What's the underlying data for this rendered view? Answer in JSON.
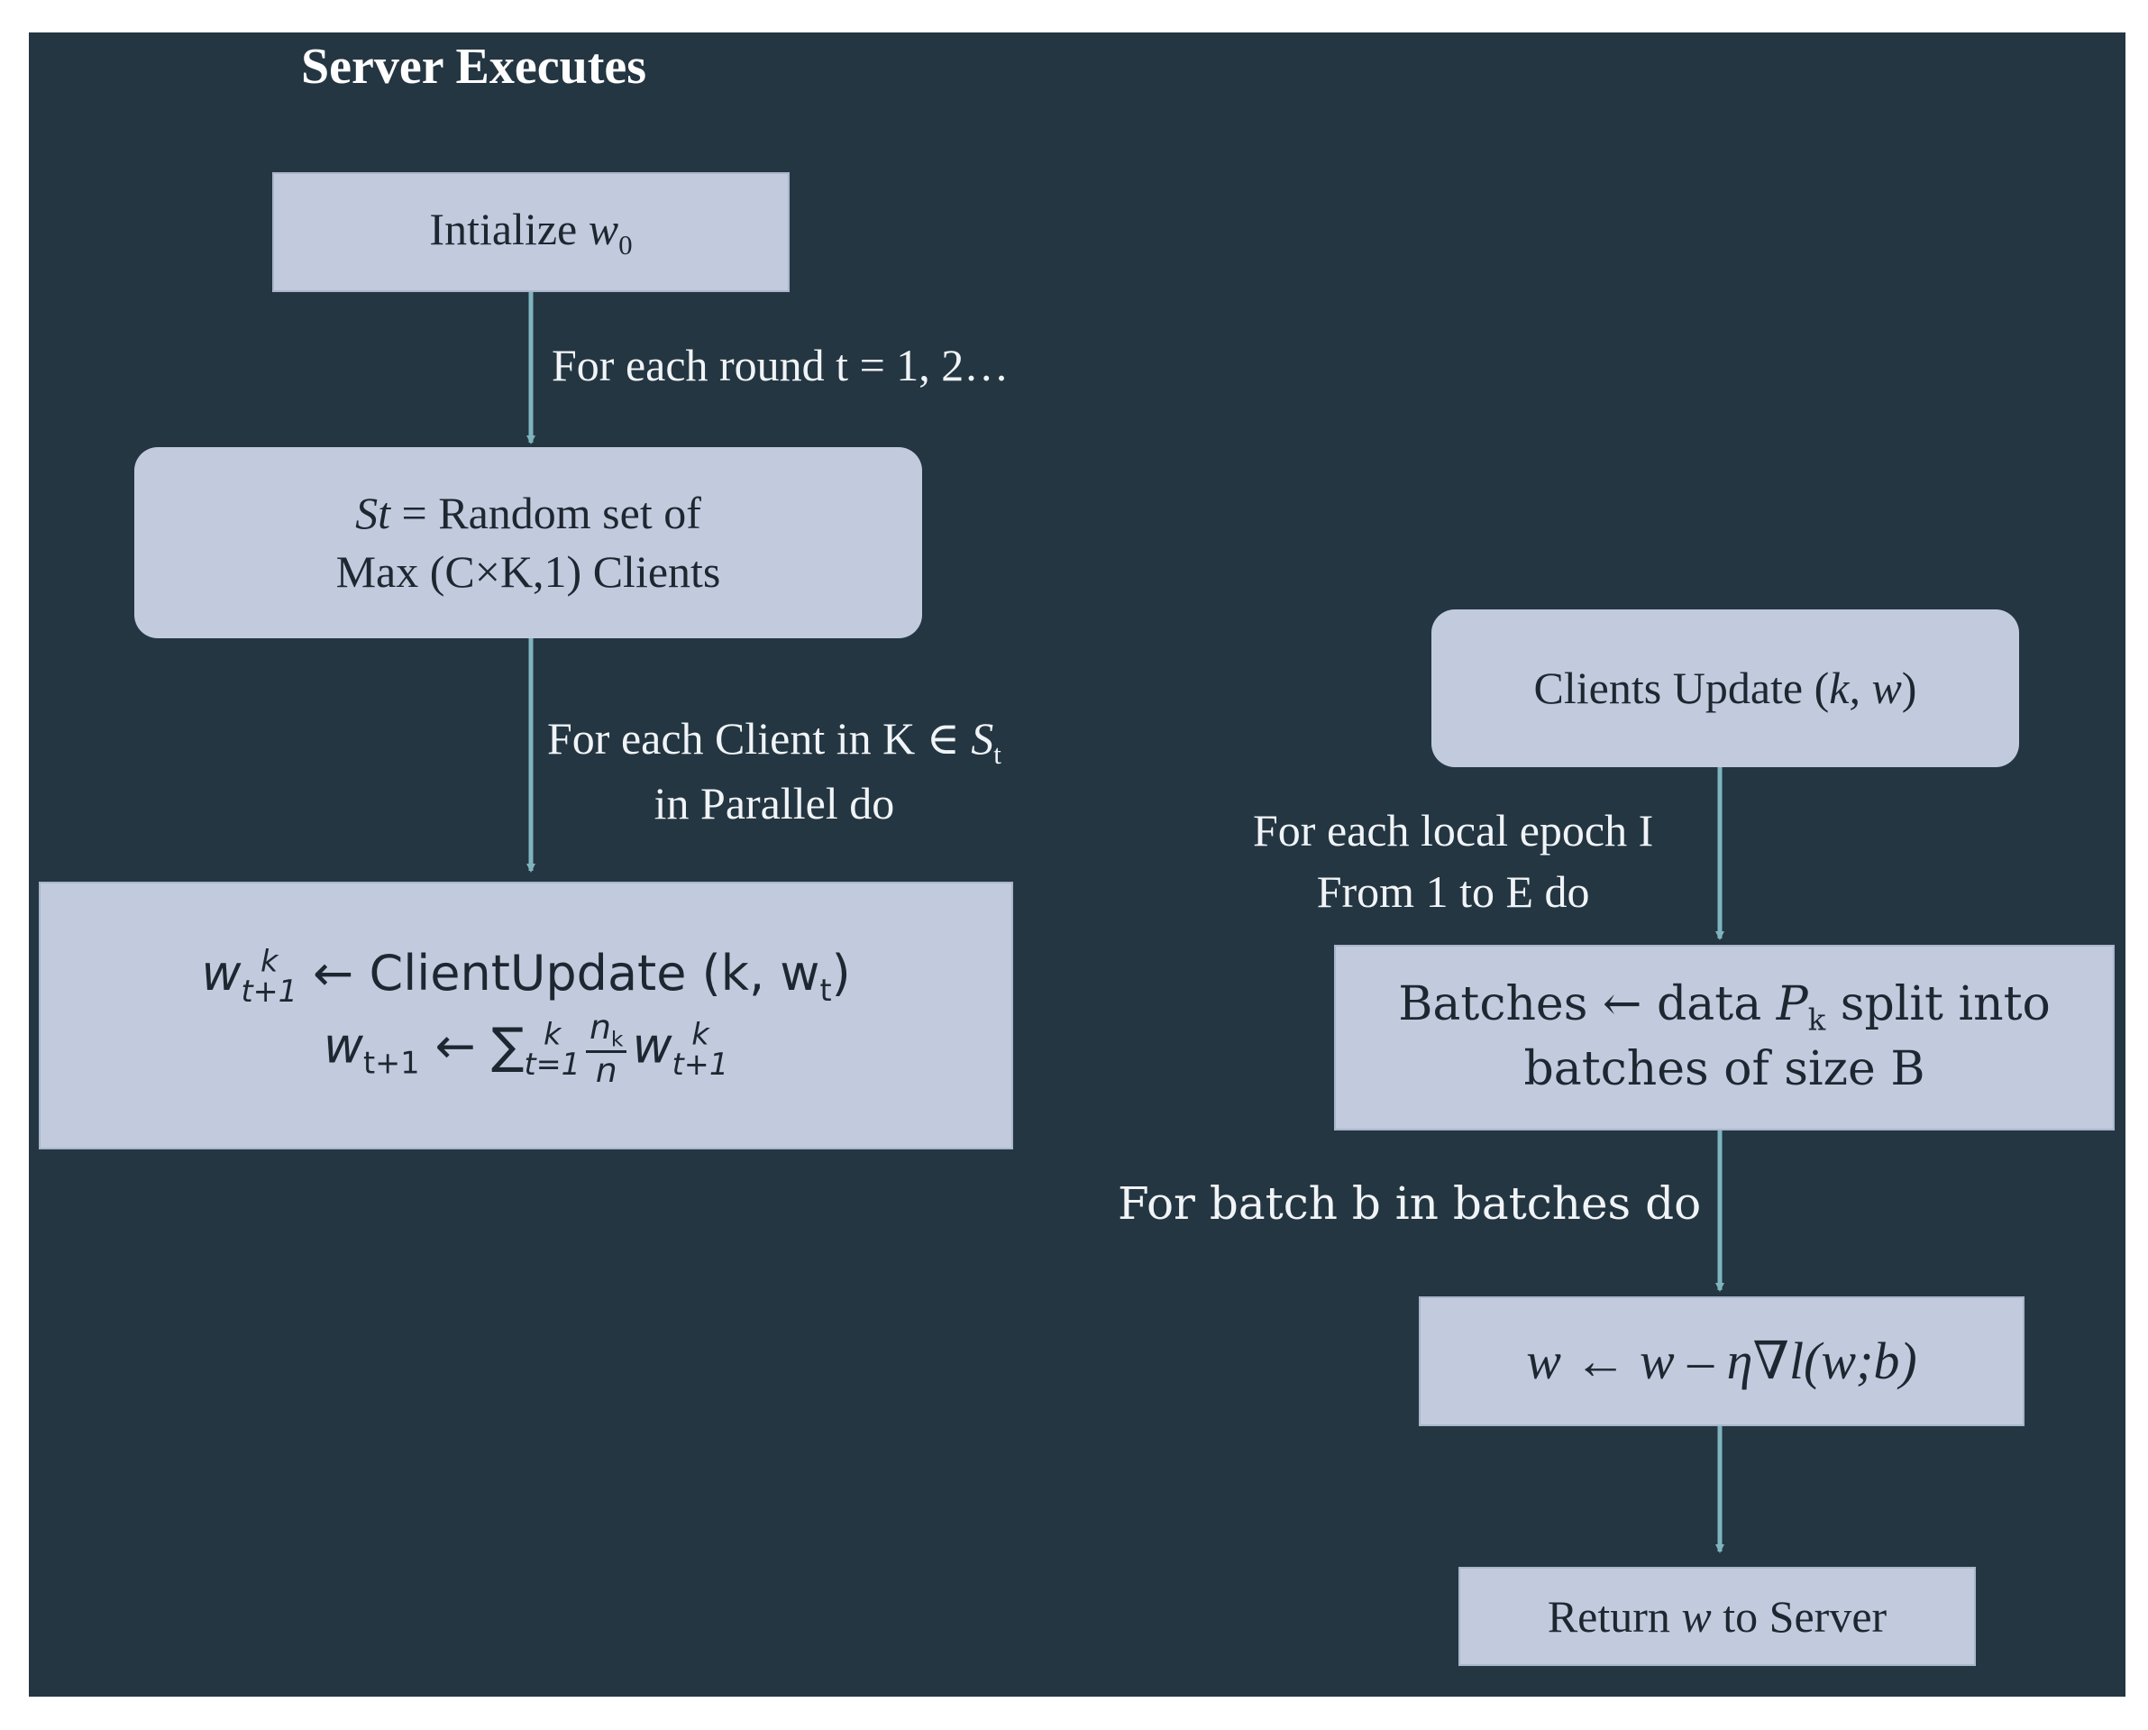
{
  "title": "Server Executes",
  "server": {
    "init": {
      "text": "Intialize ",
      "var": "w",
      "sub": "0"
    },
    "edge1": "For each round t = 1, 2…",
    "select": {
      "line1_var": "St",
      "line1_rest": " = Random set of",
      "line2": "Max (C×K,1) Clients"
    },
    "edge2": {
      "line1_text": "For each Client in K ∈ ",
      "line1_var": "S",
      "line1_sub": "t",
      "line2": "in Parallel do"
    },
    "update": {
      "eq1": {
        "lhs": "w",
        "lhs_sup": "k",
        "lhs_sub": "t+1",
        "arrow": " ← ",
        "rhs": "ClientUpdate (k, w",
        "rhs_sub": "t",
        "rhs_end": ")"
      },
      "eq2": {
        "lhs": "w",
        "lhs_sub": "t+1",
        "arrow": " ← ",
        "sum": "∑",
        "sum_sup": "k",
        "sum_sub": "t=1",
        "frac_num": "n",
        "frac_num_sub": "k",
        "frac_den": "n",
        "w": "w",
        "w_sup": "k",
        "w_sub": "t+1"
      }
    }
  },
  "client": {
    "update_box": {
      "text": "Clients Update (",
      "vars": "k, w",
      "end": ")"
    },
    "edge1": {
      "line1": "For each local epoch I",
      "line2": "From 1 to E do"
    },
    "batches": {
      "line1_a": "Batches ← data ",
      "line1_var": "P",
      "line1_sub": "k",
      "line1_b": " split into",
      "line2": "batches of size B"
    },
    "edge2": "For batch b in batches do",
    "sgd": "w ← w – η∇l(w;b)",
    "return": {
      "text_a": "Return ",
      "var": "w",
      "text_b": " to Server"
    }
  },
  "colors": {
    "background": "#243642",
    "box": "#c2cbdd",
    "arrow": "#7fb4bf",
    "text": "#1e2731",
    "label": "#f1f4f7"
  }
}
